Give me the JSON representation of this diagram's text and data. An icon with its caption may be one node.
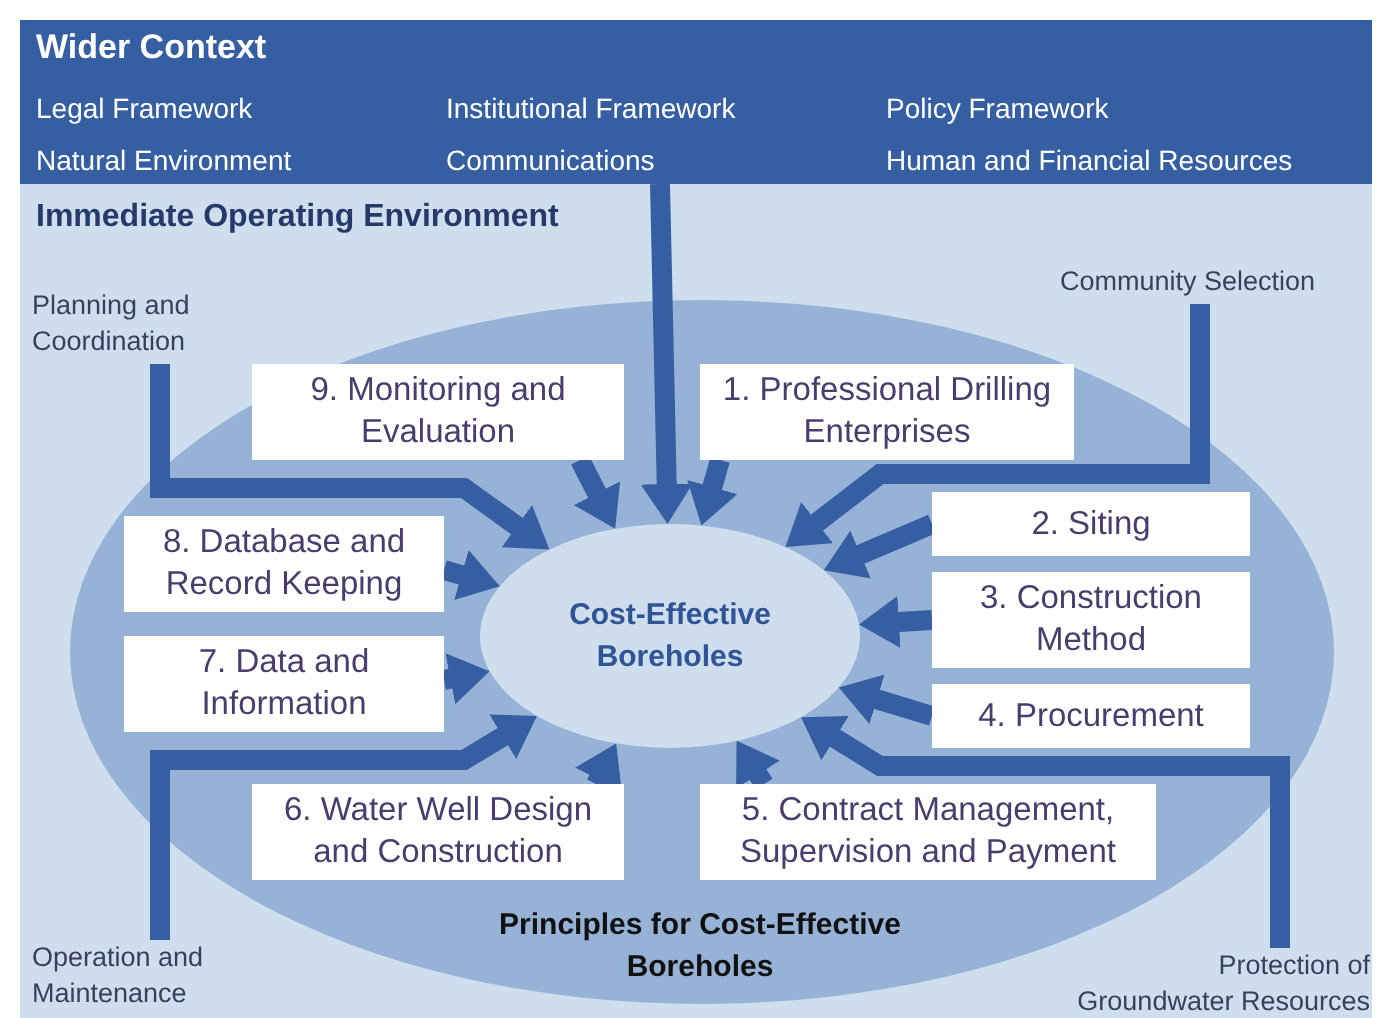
{
  "diagram": {
    "nodes": [
      {
        "text": [
          "Wider Context",
          "Legal Framework",
          "Institutional Framework",
          "Policy Framework",
          "Natural Environment",
          "Communications",
          "Human and Financial Resources"
        ]
      },
      {
        "text": [
          "Immediate Operating Environment"
        ]
      },
      {
        "text": [
          "Principles for Cost-Effective Boreholes"
        ],
        "in": 1
      },
      {
        "text": [
          "Cost-Effective Boreholes"
        ],
        "in": 2
      },
      {
        "text": [
          "9. Monitoring and Evaluation"
        ],
        "in": 2
      },
      {
        "text": [
          "1. Professional Drilling Enterprises"
        ],
        "in": 2
      },
      {
        "text": [
          "2. Siting"
        ],
        "in": 2
      },
      {
        "text": [
          "8. Database and Record Keeping"
        ],
        "in": 2
      },
      {
        "text": [
          "3. Construction Method"
        ],
        "in": 2
      },
      {
        "text": [
          "7. Data and Information"
        ],
        "in": 2
      },
      {
        "text": [
          "4. Procurement"
        ],
        "in": 2
      },
      {
        "text": [
          "6. Water Well Design and Construction"
        ],
        "in": 2
      },
      {
        "text": [
          "5. Contract Management, Supervision and Payment"
        ],
        "in": 2
      },
      {
        "text": [
          "Planning and Coordination"
        ],
        "in": 1
      },
      {
        "text": [
          "Community Selection"
        ],
        "in": 1
      },
      {
        "text": [
          "Operation and Maintenance"
        ],
        "in": 1
      },
      {
        "text": [
          "Protection of Groundwater Resources"
        ],
        "in": 1
      }
    ],
    "edges": [
      {
        "from": 0,
        "to": 3,
        "arrow": "to"
      },
      {
        "from": 13,
        "to": 3,
        "arrow": "to"
      },
      {
        "from": 14,
        "to": 3,
        "arrow": "to"
      },
      {
        "from": 4,
        "to": 3,
        "arrow": "to"
      },
      {
        "from": 5,
        "to": 3,
        "arrow": "to"
      },
      {
        "from": 6,
        "to": 3,
        "arrow": "to"
      },
      {
        "from": 7,
        "to": 3,
        "arrow": "to"
      },
      {
        "from": 8,
        "to": 3,
        "arrow": "to"
      },
      {
        "from": 9,
        "to": 3,
        "arrow": "to"
      },
      {
        "from": 10,
        "to": 3,
        "arrow": "to"
      },
      {
        "from": 11,
        "to": 3,
        "arrow": "to"
      },
      {
        "from": 12,
        "to": 3,
        "arrow": "to"
      },
      {
        "from": 15,
        "to": 3,
        "arrow": "to"
      },
      {
        "from": 16,
        "to": 3,
        "arrow": "to"
      }
    ]
  }
}
